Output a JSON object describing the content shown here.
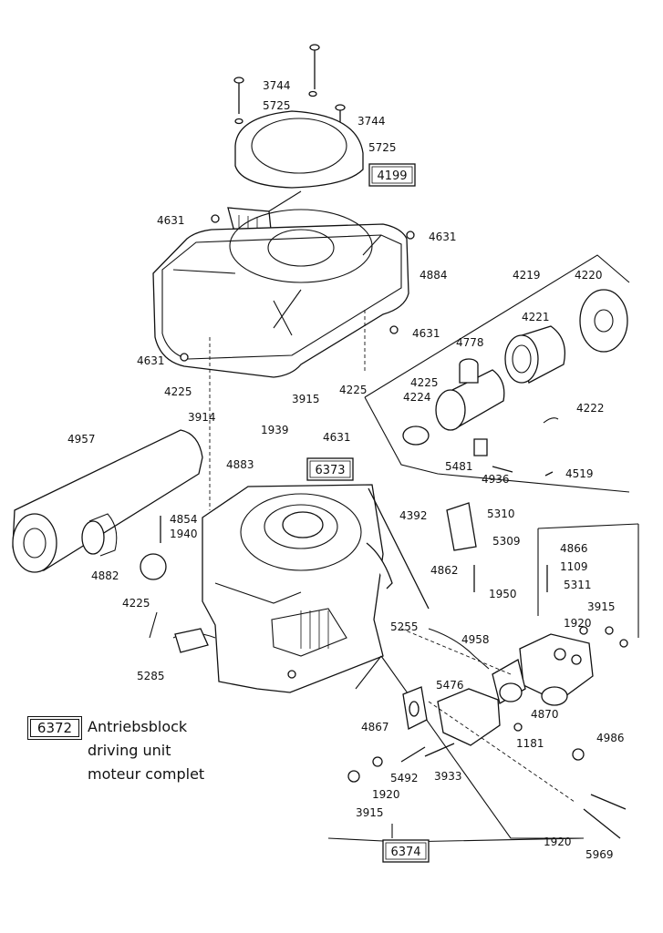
{
  "legend": {
    "code": "6372",
    "line1": "Antriebsblock",
    "line2": "driving unit",
    "line3": "moteur complet"
  },
  "group_boxes": [
    "4199",
    "6373",
    "6374"
  ],
  "part_labels": [
    "3744",
    "5725",
    "3744",
    "5725",
    "4631",
    "4631",
    "4884",
    "4219",
    "4220",
    "4221",
    "4778",
    "4631",
    "4631",
    "4225",
    "4225",
    "4224",
    "4225",
    "3915",
    "3914",
    "1939",
    "4631",
    "4222",
    "4957",
    "4883",
    "4936",
    "4519",
    "5481",
    "4392",
    "5310",
    "5309",
    "4866",
    "4854",
    "1940",
    "4862",
    "1109",
    "5311",
    "1950",
    "4882",
    "4225",
    "5255",
    "4958",
    "3915",
    "1920",
    "5285",
    "5476",
    "4870",
    "4867",
    "1181",
    "4986",
    "5492",
    "3933",
    "1920",
    "3915",
    "1920",
    "5969"
  ]
}
